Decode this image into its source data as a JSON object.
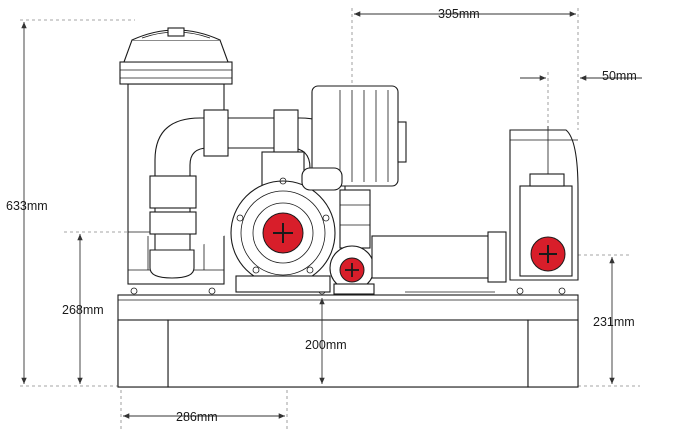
{
  "dimensions": {
    "width_top": "395mm",
    "offset_right": "50mm",
    "overall_height": "633mm",
    "inlet_height": "268mm",
    "center_height": "200mm",
    "outlet_height": "231mm",
    "base_width": "286mm"
  },
  "colors": {
    "port_red": "#d81e2a",
    "line": "#1a1a1a"
  }
}
